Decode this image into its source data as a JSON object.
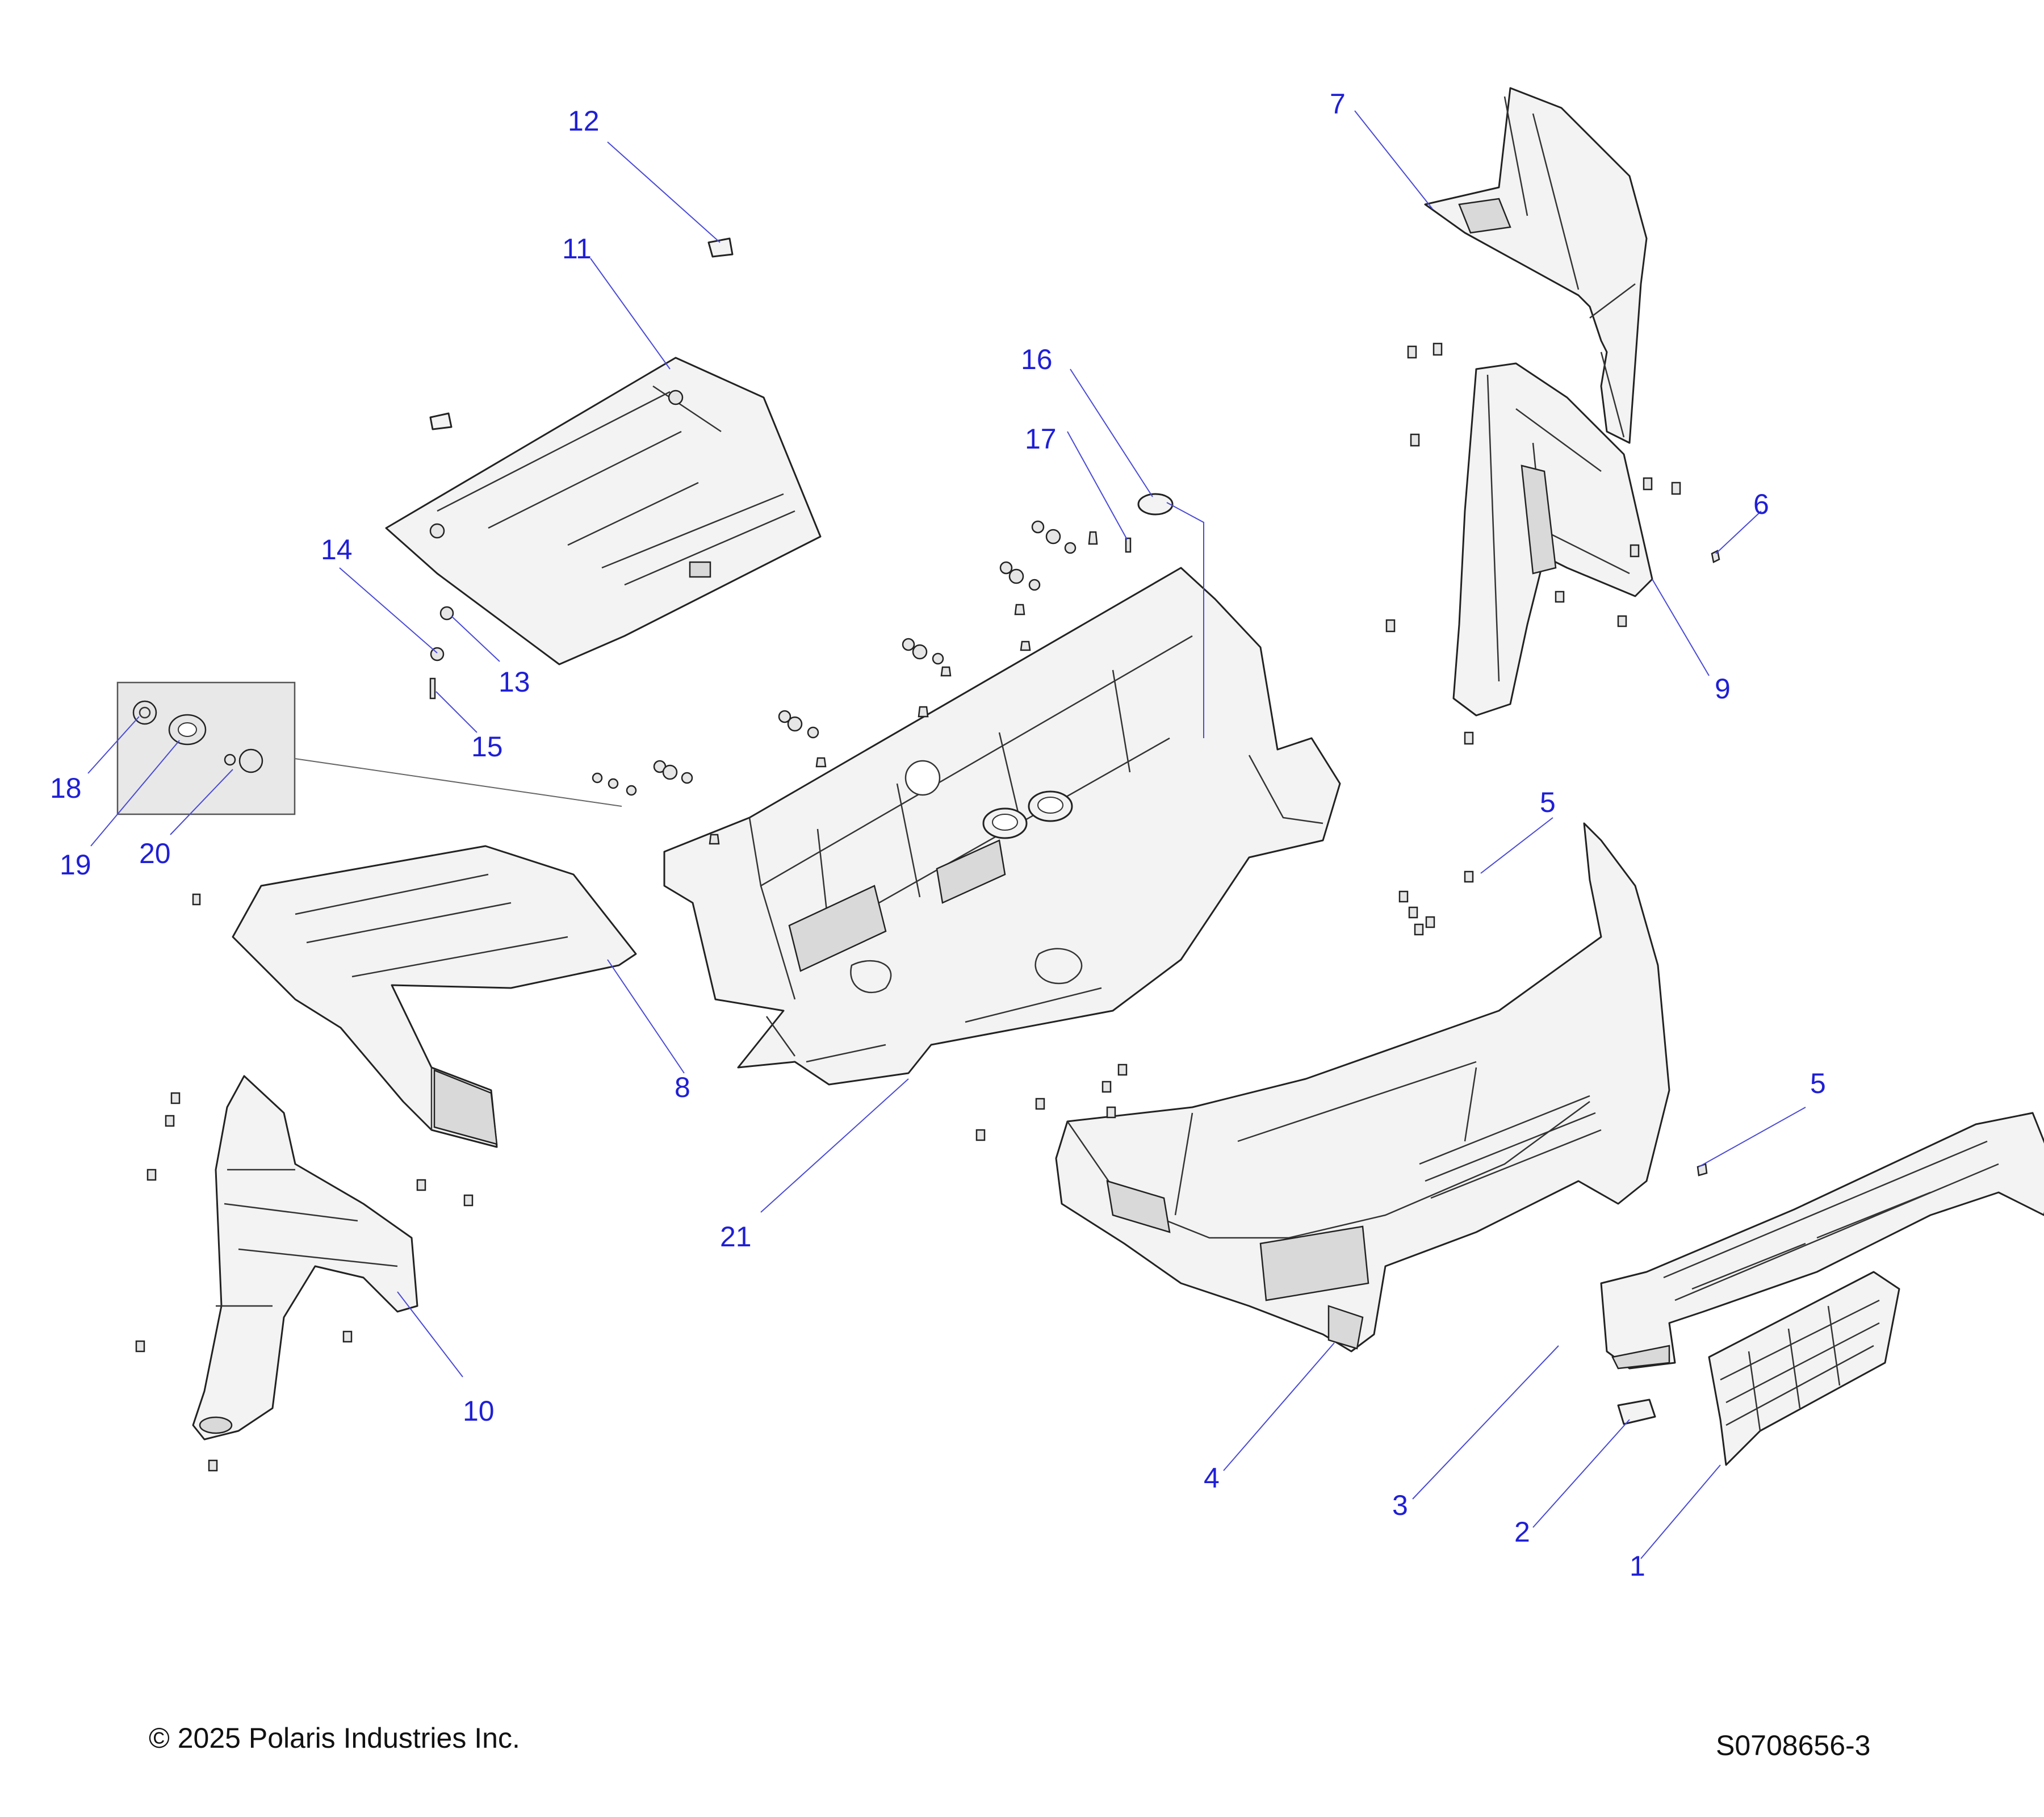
{
  "diagram": {
    "callouts": [
      "1",
      "2",
      "3",
      "4",
      "5",
      "5",
      "6",
      "7",
      "8",
      "9",
      "10",
      "11",
      "12",
      "13",
      "14",
      "15",
      "16",
      "17",
      "18",
      "19",
      "20",
      "21"
    ]
  },
  "footer": {
    "copyright": "© 2025 Polaris Industries Inc.",
    "drawing_number": "S0708656-3"
  },
  "colors": {
    "callout_text": "#1f1fd6",
    "leader_line": "#4a4ad8",
    "outline": "#222222"
  }
}
